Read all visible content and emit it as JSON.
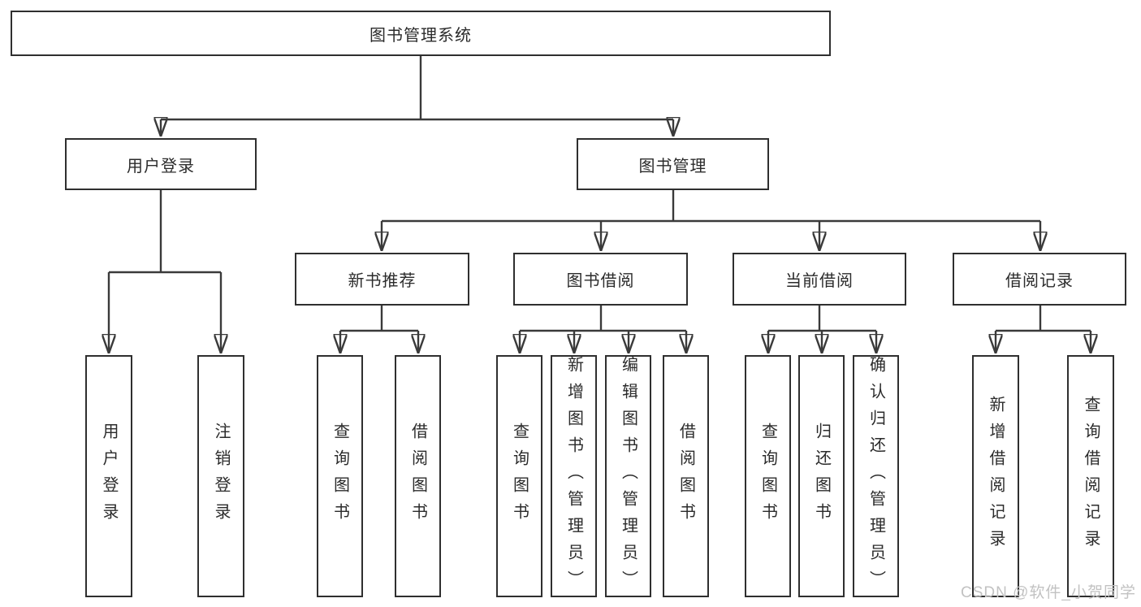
{
  "diagram_title": "图书管理系统",
  "tree": {
    "label": "图书管理系统",
    "children": [
      {
        "label": "用户登录",
        "children": [
          {
            "label": "用户登录"
          },
          {
            "label": "注销登录"
          }
        ]
      },
      {
        "label": "图书管理",
        "children": [
          {
            "label": "新书推荐",
            "children": [
              {
                "label": "查询图书"
              },
              {
                "label": "借阅图书"
              }
            ]
          },
          {
            "label": "图书借阅",
            "children": [
              {
                "label": "查询图书"
              },
              {
                "label": "新增图书（管理员）"
              },
              {
                "label": "编辑图书（管理员）"
              },
              {
                "label": "借阅图书"
              }
            ]
          },
          {
            "label": "当前借阅",
            "children": [
              {
                "label": "查询图书"
              },
              {
                "label": "归还图书"
              },
              {
                "label": "确认归还（管理员）"
              }
            ]
          },
          {
            "label": "借阅记录",
            "children": [
              {
                "label": "新增借阅记录"
              },
              {
                "label": "查询借阅记录"
              }
            ]
          }
        ]
      }
    ]
  },
  "watermark": {
    "text": "CSDN @软件_小贺同学"
  },
  "colors": {
    "line": "#3a3a3a",
    "box_border": "#2f2f2f",
    "box_fill": "#ffffff",
    "text": "#2b2b2b",
    "bg": "#ffffff",
    "watermark": "#c2c2c2"
  }
}
